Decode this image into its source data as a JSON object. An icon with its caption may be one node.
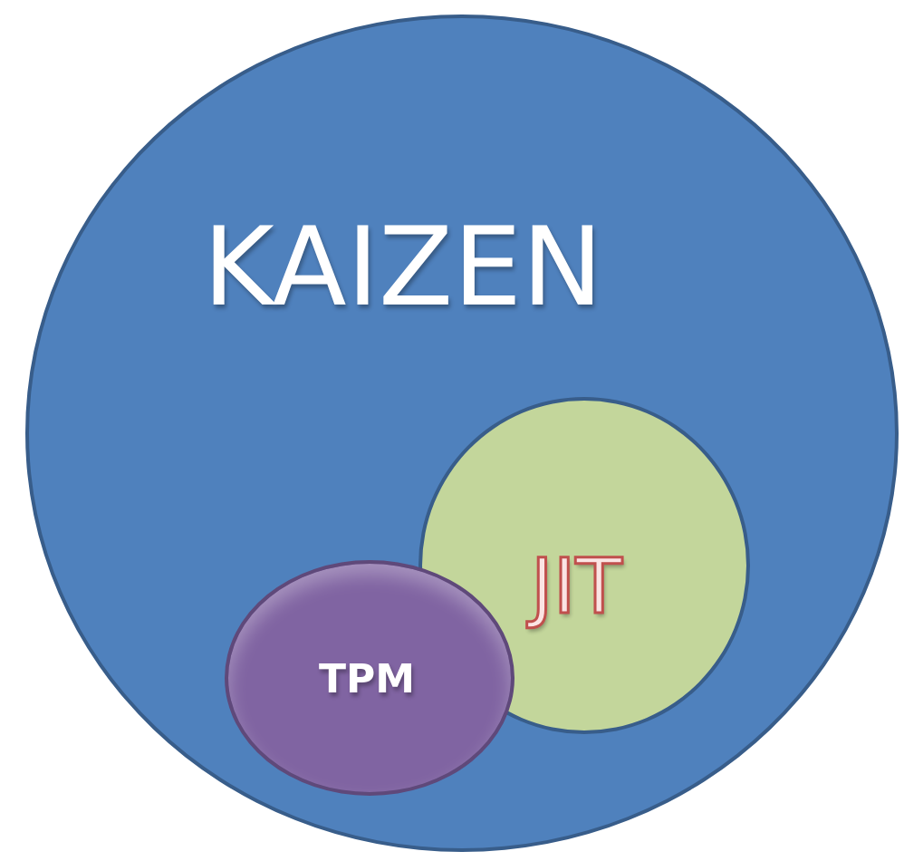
{
  "diagram": {
    "nodes": [
      {
        "text": [
          "KAIZEN"
        ]
      },
      {
        "text": [
          "JIT"
        ],
        "in": 0
      },
      {
        "text": [
          "TPM"
        ],
        "in": 0
      }
    ]
  }
}
